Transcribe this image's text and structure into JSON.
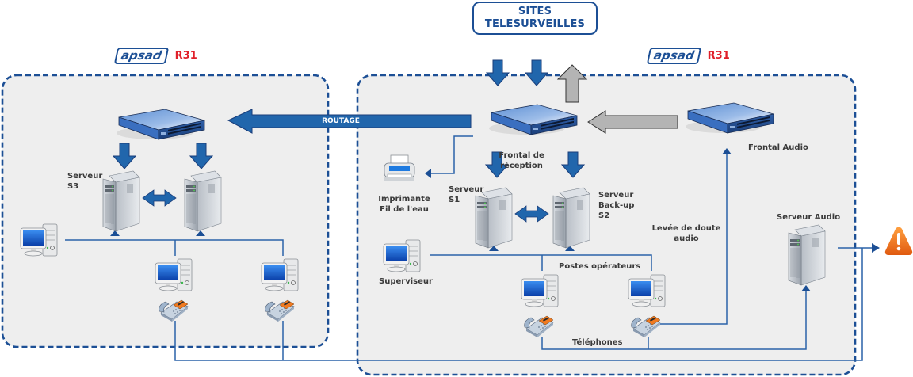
{
  "header": {
    "title_line1": "SITES",
    "title_line2": "TELESURVEILLES"
  },
  "zones": [
    {
      "logo": "apsad",
      "certification": "R31"
    },
    {
      "logo": "apsad",
      "certification": "R31"
    }
  ],
  "links": {
    "routage_label": "ROUTAGE"
  },
  "left_zone": {
    "server_label_line1": "Serveur",
    "server_label_line2": "S3"
  },
  "right_zone": {
    "frontal_reception_line1": "Frontal de",
    "frontal_reception_line2": "réception",
    "frontal_audio": "Frontal Audio",
    "printer_line1": "Imprimante",
    "printer_line2": "Fil de l'eau",
    "server_s1_line1": "Serveur",
    "server_s1_line2": "S1",
    "server_s2_line1": "Serveur",
    "server_s2_line2": "Back-up",
    "server_s2_line3": "S2",
    "supervisor": "Superviseur",
    "operator_stations": "Postes opérateurs",
    "phones": "Téléphones",
    "audio_doubt_line1": "Levée de doute",
    "audio_doubt_line2": "audio",
    "audio_server": "Serveur Audio"
  },
  "icons": {
    "switch": "network-switch-icon",
    "server": "server-tower-icon",
    "workstation": "desktop-computer-icon",
    "phone": "desk-phone-icon",
    "printer": "printer-icon",
    "alert": "warning-triangle-icon"
  },
  "colors": {
    "primary_blue": "#1c4f95",
    "arrow_blue": "#2166ac",
    "arrow_grey": "#b4b4b4",
    "zone_bg": "#eeeeee",
    "r31_red": "#e0202a",
    "alert_orange": "#f07a1a"
  }
}
